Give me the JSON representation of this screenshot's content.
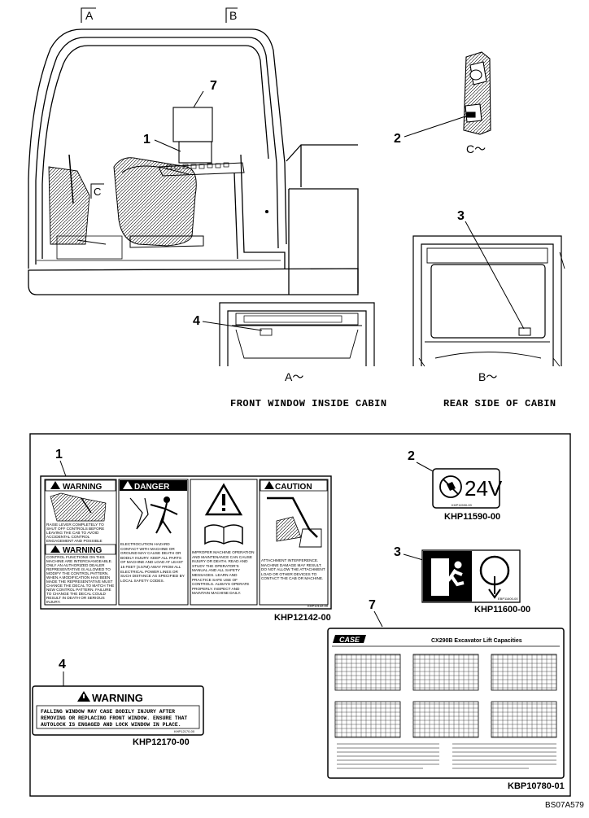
{
  "views": {
    "a_marker": "A",
    "b_marker": "B",
    "c_marker": "C",
    "view_a_title": "A～",
    "view_b_title": "B～",
    "view_c_title": "C～",
    "caption_a": "FRONT WINDOW INSIDE CABIN",
    "caption_b": "REAR SIDE OF CABIN"
  },
  "callouts": {
    "n1": "1",
    "n2": "2",
    "n3": "3",
    "n4": "4",
    "n7": "7"
  },
  "decals": {
    "d1": {
      "part_number": "KHP12142-00",
      "small_code": "KHP12142-00",
      "warning_title": "WARNING",
      "warning_text_1": "RAISE LEVER COMPLETELY TO SHUT OFF CONTROLS BEFORE LEAVING THE CAB TO AVOID ACCIDENTAL CONTROL ENGAGEMENT AND POSSIBLE INJURY.",
      "warning_title_2": "WARNING",
      "warning_text_2": "CONTROL FUNCTIONS ON THIS MACHINE ARE INTERCHANGEABLE. ONLY AN AUTHORIZED DEALER REPRESENTATIVE IS ALLOWED TO MODIFY THE CONTROL PATTERN. WHEN A MODIFICATION HAS BEEN MADE THE REPRESENTATIVE MUST CHANGE THE DECAL TO MATCH THE NEW CONTROL PATTERN. FAILURE TO CHANGE THE DECAL COULD RESULT IN DEATH OR SERIOUS INJURY.",
      "danger_title": "DANGER",
      "danger_text": "ELECTROCUTION HAZARD CONTACT WITH MACHINE OR GROUND MAY CAUSE DEATH OR BODILY INJURY. KEEP ALL PARTS OF MACHINE AND LOAD AT LEAST 15 FEET (4.57M) AWAY FROM ALL ELECTRICAL POWER LINES OR SUCH DISTANCE AS SPECIFIED BY LOCAL SAFETY CODES.",
      "manual_text": "IMPROPER MACHINE OPERATION AND MAINTENANCE CAN CAUSE INJURY OR DEATH. READ AND STUDY THE OPERATOR'S MANUAL AND ALL SAFETY MESSAGES. LEARN AND PRACTICE SAFE USE OF CONTROLS. ALWAYS OPERATE PROPERLY. INSPECT AND MAINTAIN MACHINE DAILY.",
      "caution_title": "CAUTION",
      "caution_text": "ATTACHMENT INTERFERENCE. MACHINE DAMAGE MAY RESULT. DO NOT ALLOW THE ATTACHMENT LOAD OR OTHER DEVICES TO CONTACT THE CAB OR MACHINE."
    },
    "d2": {
      "voltage": "24V",
      "small_code": "KHP11590-00",
      "part_number": "KHP11590-00"
    },
    "d3": {
      "small_code": "EBP11600-00",
      "part_number": "KHP11600-00"
    },
    "d4": {
      "title": "WARNING",
      "text_1": "FALLING WINDOW MAY CASE BODILY INJURY AFTER",
      "text_2": "REMOVING OR REPLACING FRONT WINDOW. ENSURE THAT",
      "text_3": "AUTOLOCK IS ENGAGED AND LOCK WINDOW IN PLACE.",
      "small_code": "KHP12170-00",
      "part_number": "KHP12170-00"
    },
    "d7": {
      "brand": "CASE",
      "title": "CX290B Excavator Lift Capacities",
      "part_number": "KBP10780-01"
    }
  },
  "figure_code": "BS07A579"
}
